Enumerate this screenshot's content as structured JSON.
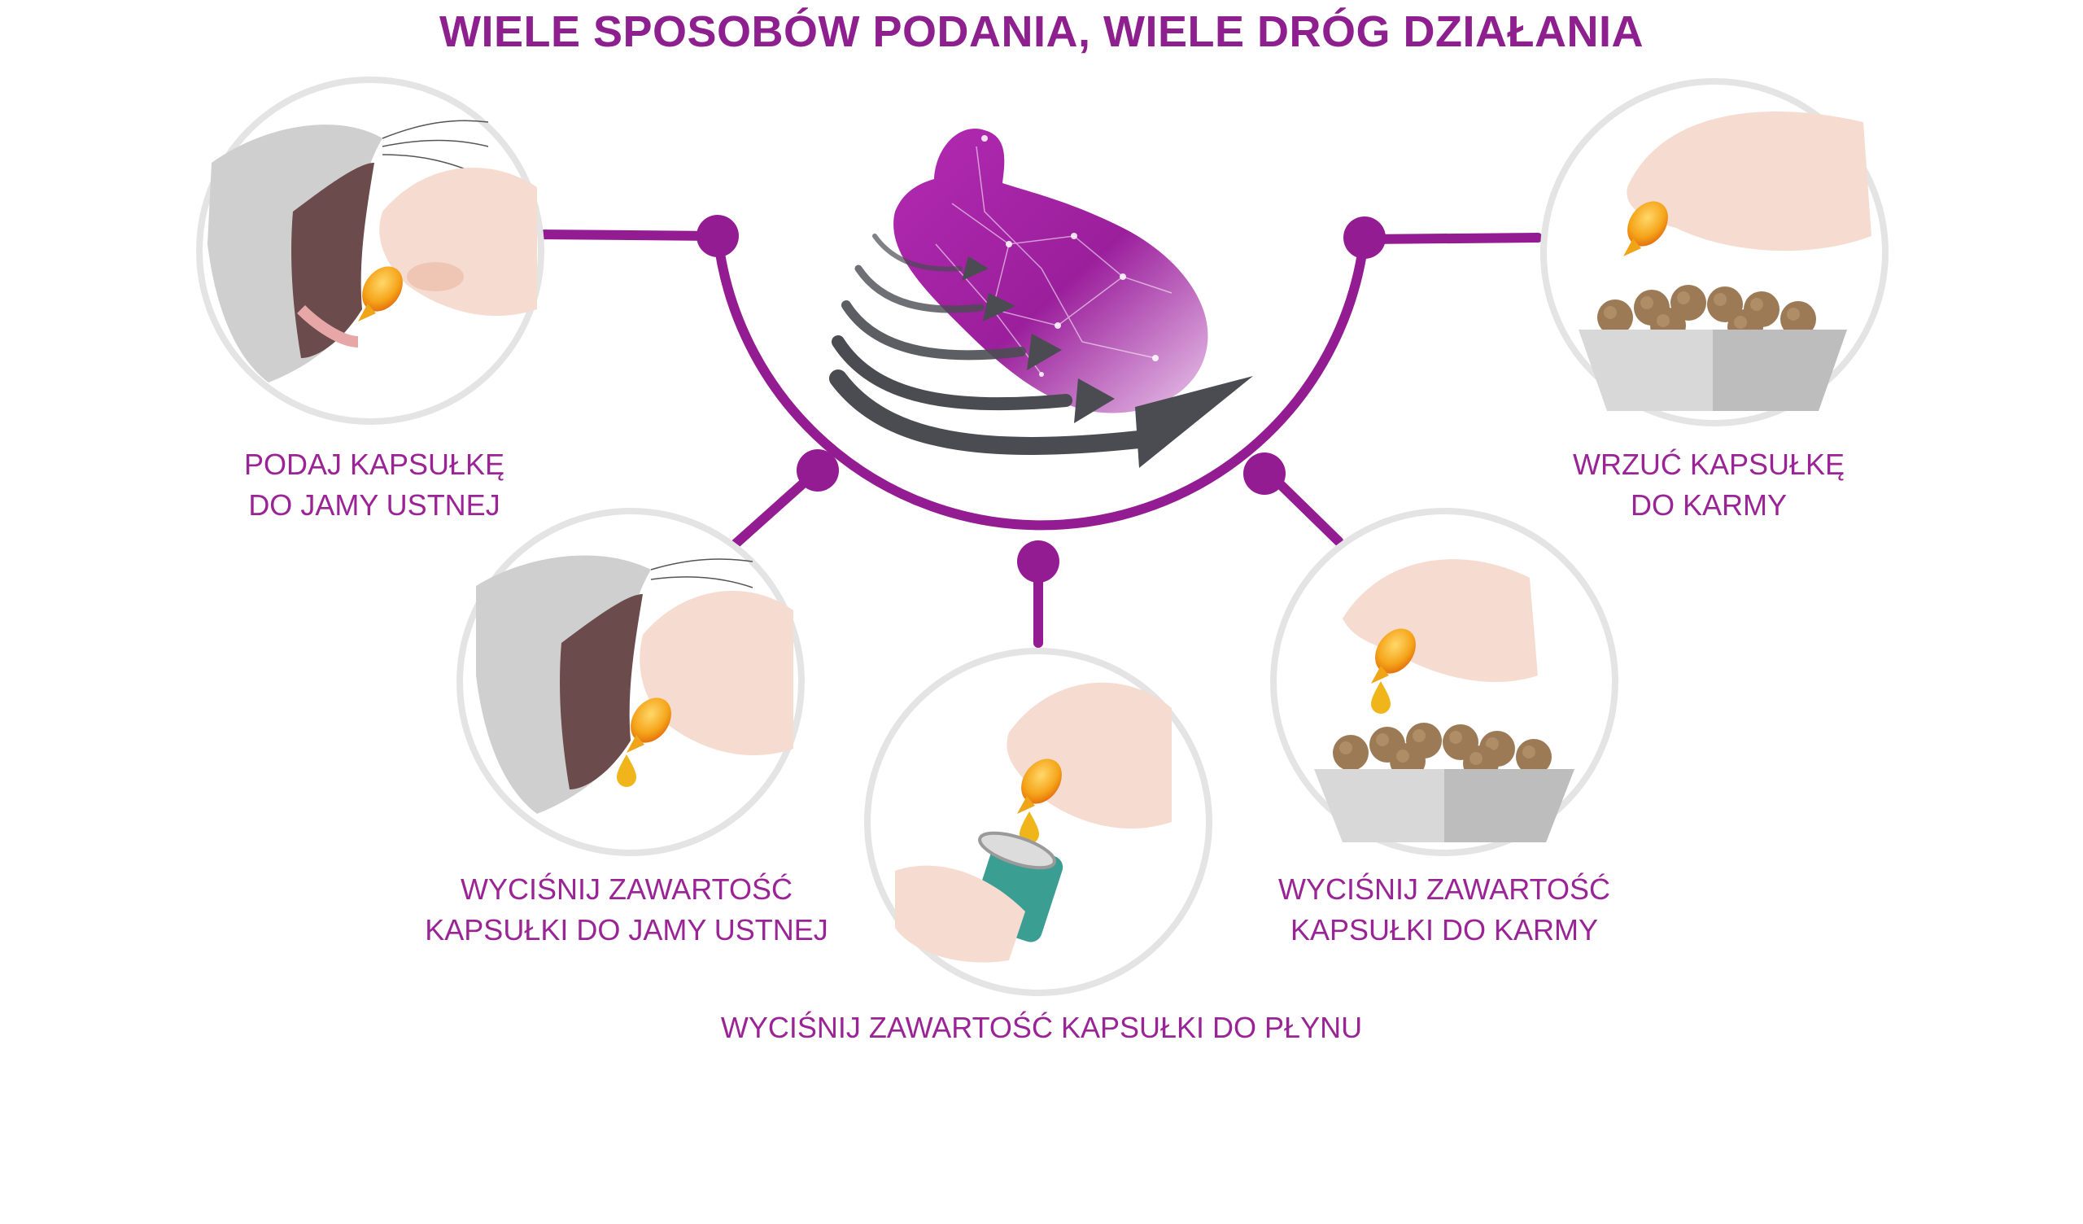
{
  "title": "WIELE SPOSOBÓW PODANIA, WIELE DRÓG DZIAŁANIA",
  "colors": {
    "accent": "#931c93",
    "caption": "#9a2496",
    "circle_ring": "#e4e4e4",
    "arrows": "#4a4c52",
    "capsule": "#f5a51a"
  },
  "methods": [
    {
      "id": "oral-capsule",
      "lines": [
        "PODAJ KAPSUŁKĘ",
        "DO JAMY USTNEJ"
      ]
    },
    {
      "id": "oral-squeeze",
      "lines": [
        "WYCIŚNIJ ZAWARTOŚĆ",
        "KAPSUŁKI DO JAMY USTNEJ"
      ]
    },
    {
      "id": "liquid-squeeze",
      "lines": [
        "WYCIŚNIJ ZAWARTOŚĆ KAPSUŁKI DO PŁYNU"
      ]
    },
    {
      "id": "food-squeeze",
      "lines": [
        "WYCIŚNIJ ZAWARTOŚĆ",
        "KAPSUŁKI DO KARMY"
      ]
    },
    {
      "id": "food-capsule",
      "lines": [
        "WRZUĆ KAPSUŁKĘ",
        "DO KARMY"
      ]
    }
  ],
  "icons": {
    "center": "stomach-absorption-icon",
    "cat": "cat-open-mouth-icon",
    "hand": "hand-holding-capsule-icon",
    "bowl": "food-bowl-icon",
    "cup": "liquid-cup-icon"
  }
}
